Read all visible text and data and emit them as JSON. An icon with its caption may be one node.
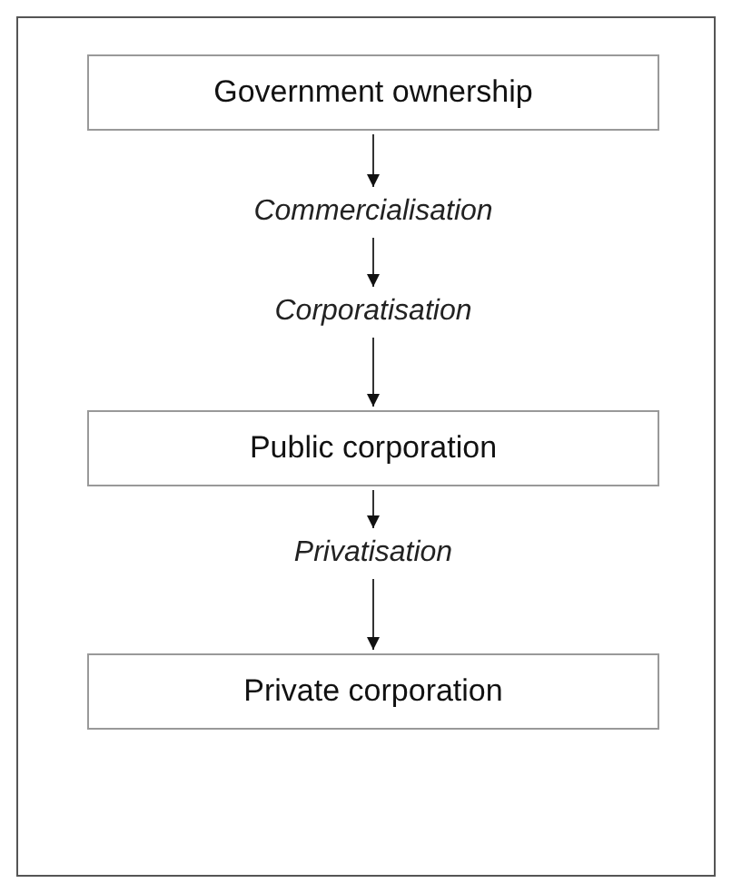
{
  "diagram": {
    "nodes": [
      {
        "text": [
          "Government ownership"
        ]
      },
      {
        "text": [
          "Commercialisation"
        ]
      },
      {
        "text": [
          "Corporatisation"
        ]
      },
      {
        "text": [
          "Public corporation"
        ]
      },
      {
        "text": [
          "Privatisation"
        ]
      },
      {
        "text": [
          "Private corporation"
        ]
      }
    ],
    "edges": [
      {
        "from": 0,
        "to": 1,
        "arrow": "to"
      },
      {
        "from": 1,
        "to": 2,
        "arrow": "to"
      },
      {
        "from": 2,
        "to": 3,
        "arrow": "to"
      },
      {
        "from": 3,
        "to": 4,
        "arrow": "to"
      },
      {
        "from": 4,
        "to": 5,
        "arrow": "to"
      }
    ]
  }
}
